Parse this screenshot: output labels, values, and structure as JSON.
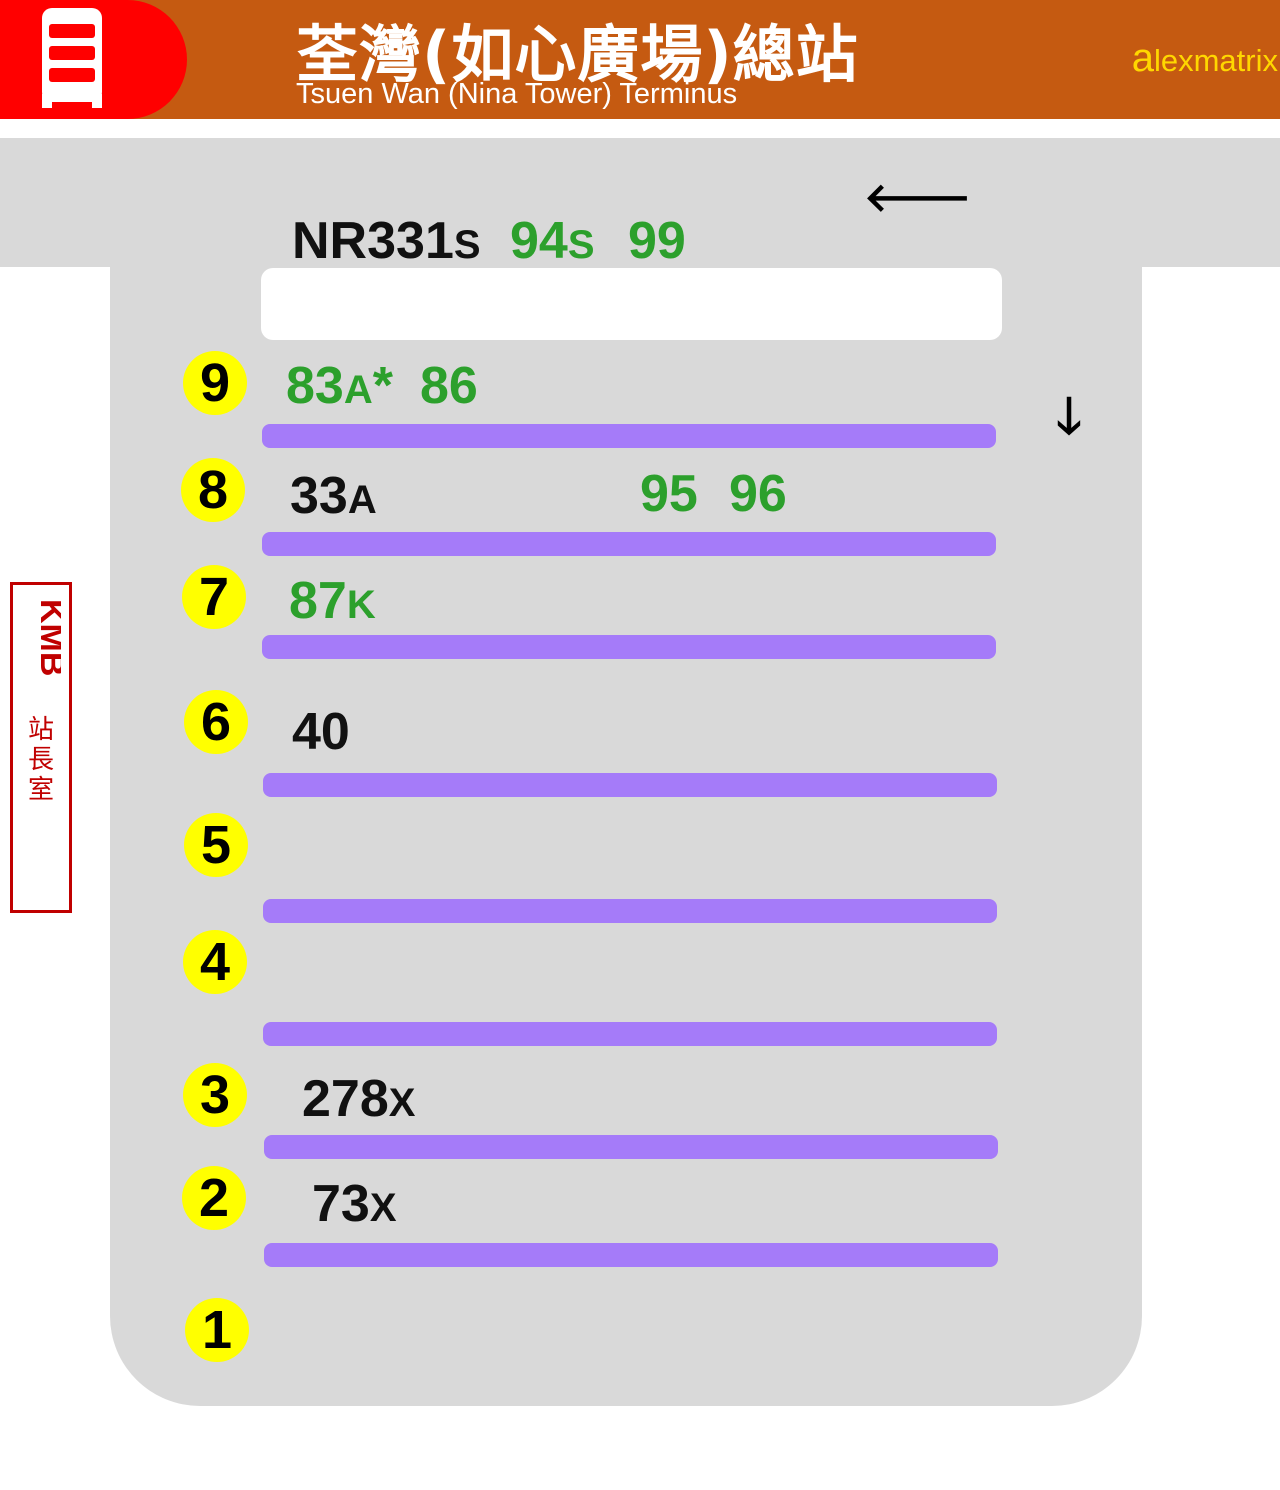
{
  "header": {
    "title_zh": "荃灣(如心廣場)總站",
    "title_en": "Tsuen Wan (Nina Tower) Terminus",
    "credit_a": "a",
    "credit_rest": "lexmatrix",
    "icon": "bus-icon"
  },
  "colors": {
    "header_bg": "#c55a11",
    "badge_red": "#ff0000",
    "platform_gray": "#d9d9d9",
    "stripe_purple": "#a57bf9",
    "bay_yellow": "#ffff00",
    "route_green": "#2ca02c",
    "credit_yellow": "#ffd700"
  },
  "top_routes": [
    {
      "main": "NR331",
      "suffix": "S",
      "color": "black"
    },
    {
      "main": "94",
      "suffix": "S",
      "color": "green"
    },
    {
      "main": "99",
      "suffix": "",
      "color": "green"
    }
  ],
  "bays": [
    {
      "number": "9",
      "routes": [
        {
          "main": "83",
          "suffix": "A",
          "extra": "*",
          "color": "green"
        },
        {
          "main": "86",
          "suffix": "",
          "color": "green"
        }
      ]
    },
    {
      "number": "8",
      "routes": [
        {
          "main": "33",
          "suffix": "A",
          "color": "black"
        },
        {
          "main": "95",
          "suffix": "",
          "color": "green"
        },
        {
          "main": "96",
          "suffix": "",
          "color": "green"
        }
      ]
    },
    {
      "number": "7",
      "routes": [
        {
          "main": "87",
          "suffix": "K",
          "color": "green"
        }
      ]
    },
    {
      "number": "6",
      "routes": [
        {
          "main": "40",
          "suffix": "",
          "color": "black"
        }
      ]
    },
    {
      "number": "5",
      "routes": []
    },
    {
      "number": "4",
      "routes": []
    },
    {
      "number": "3",
      "routes": [
        {
          "main": "278",
          "suffix": "X",
          "color": "black"
        }
      ]
    },
    {
      "number": "2",
      "routes": [
        {
          "main": "73",
          "suffix": "X",
          "color": "black"
        }
      ]
    },
    {
      "number": "1",
      "routes": []
    }
  ],
  "office": {
    "logo": "kmb-logo",
    "logo_text": "KMB",
    "label": "站長室"
  },
  "arrows": {
    "left": "🡐",
    "down": "🡓"
  }
}
